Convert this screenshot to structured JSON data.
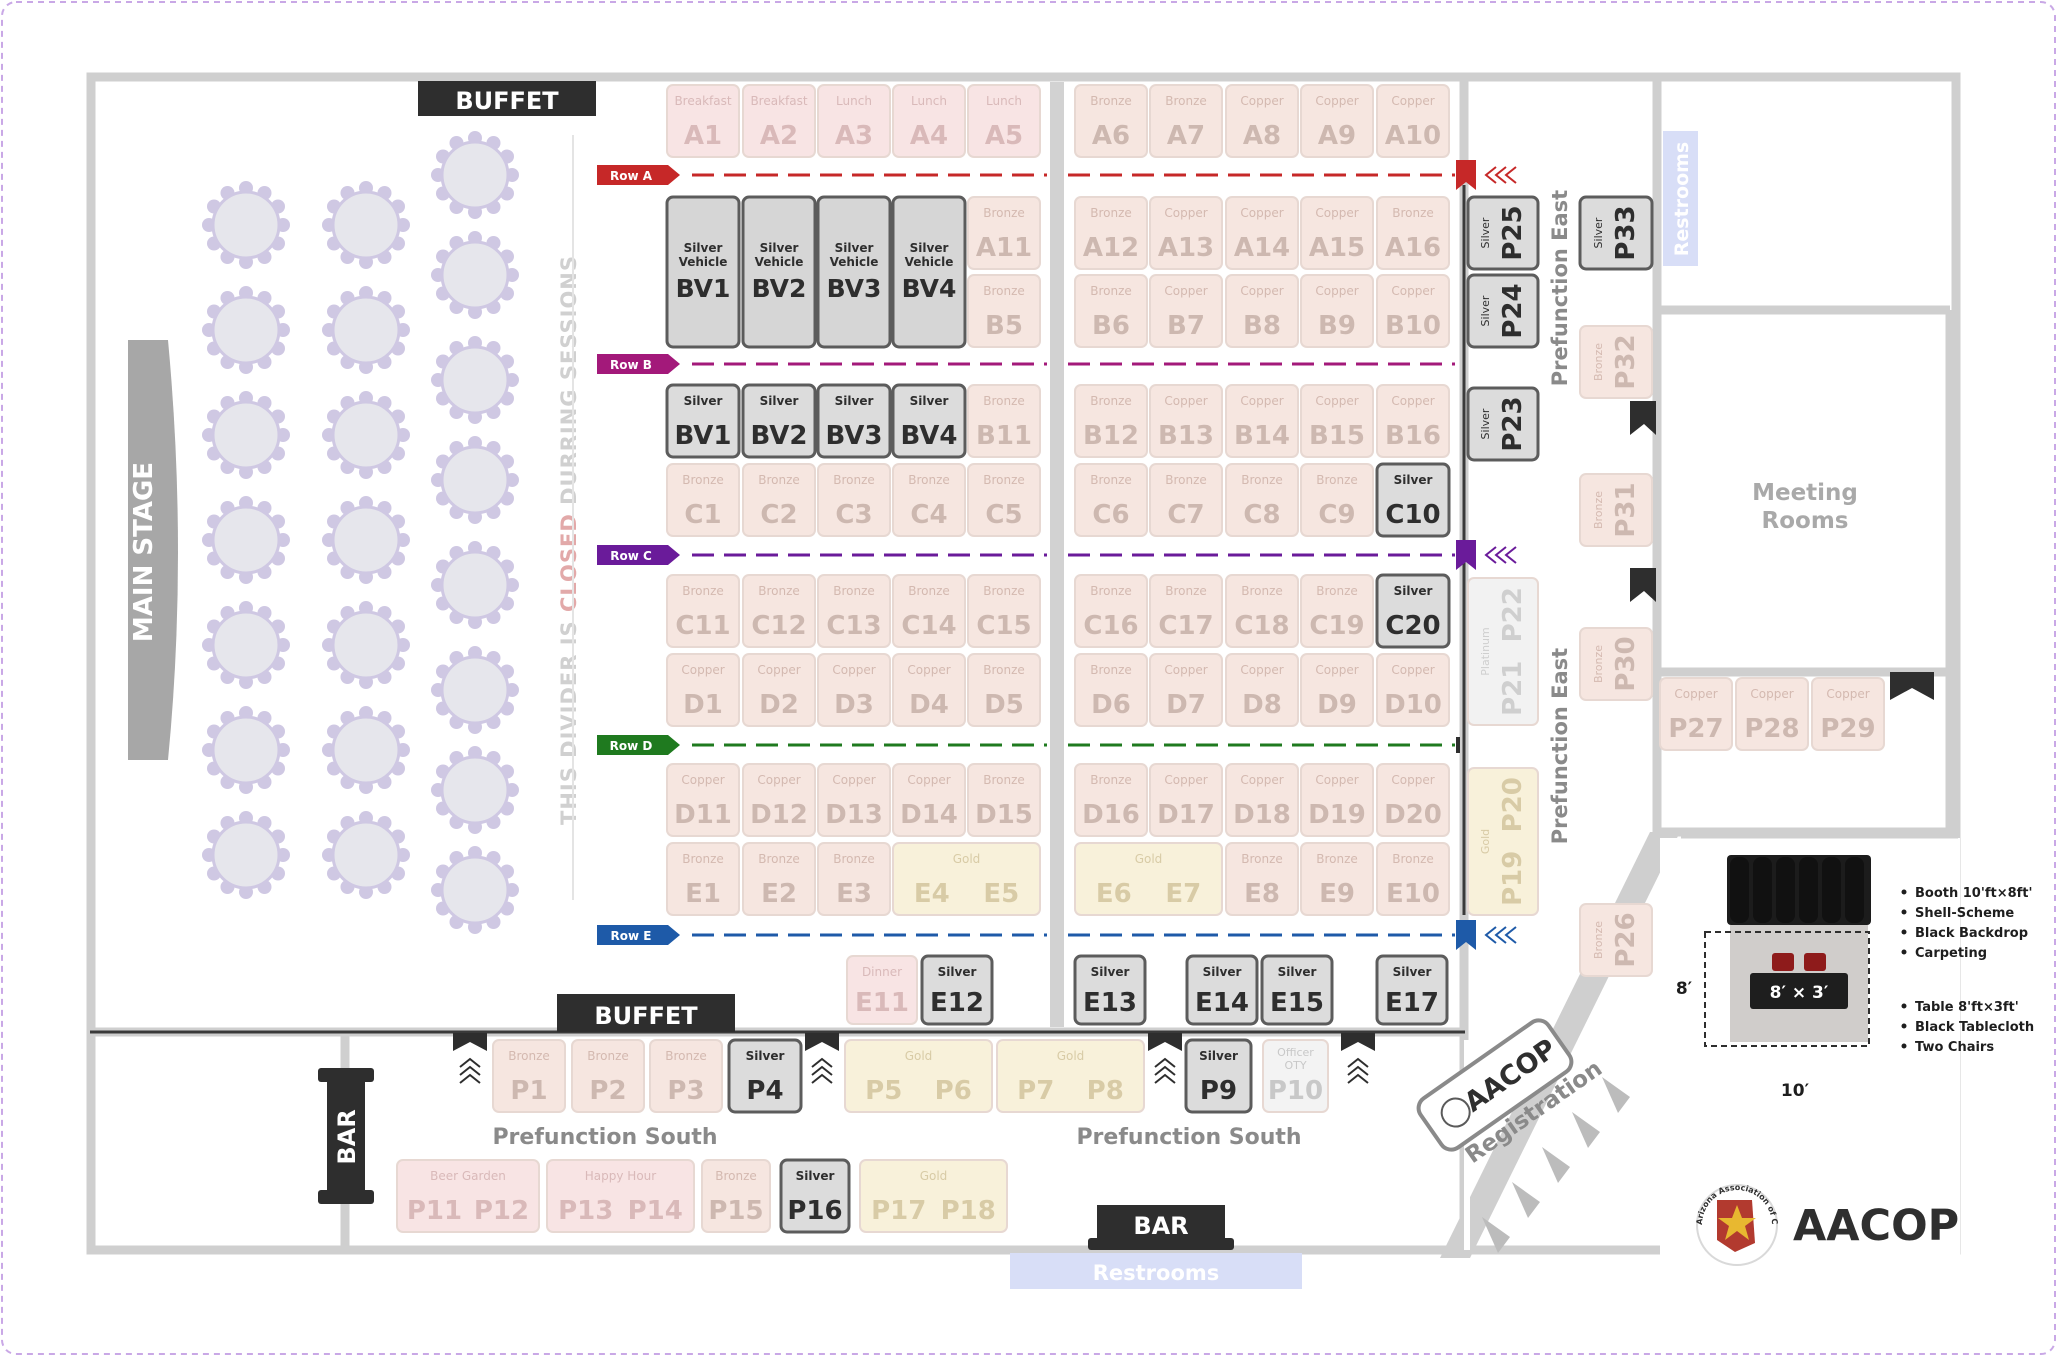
{
  "labels": {
    "buffet_top": "BUFFET",
    "buffet_bottom": "BUFFET",
    "main_stage": "MAIN STAGE",
    "divider_pre": "THIS DIVIDER IS ",
    "divider_closed": "CLOSED",
    "divider_post": " DURRING SESSIONS",
    "bar_left": "BAR",
    "bar_bottom": "BAR",
    "restrooms_right": "Restrooms",
    "restrooms_bottom": "Restrooms",
    "meeting_rooms_1": "Meeting",
    "meeting_rooms_2": "Rooms",
    "prefunction_east_1": "Prefunction East",
    "prefunction_east_2": "Prefunction East",
    "prefunction_south_1": "Prefunction South",
    "prefunction_south_2": "Prefunction South",
    "registration_logo": "AACOP",
    "registration": "Registration",
    "brand": "AACOP",
    "seal_text": "Arizona Association of Chiefs of Police · AACOP ·"
  },
  "rows": [
    "Row A",
    "Row B",
    "Row C",
    "Row D",
    "Row E"
  ],
  "legend": {
    "booth_size": "8′ × 3′",
    "dim_height": "8′",
    "dim_width": "10′",
    "booth_items": [
      "Booth 10'ft×8ft'",
      "Shell-Scheme",
      "Black Backdrop",
      "Carpeting"
    ],
    "table_items": [
      "Table 8'ft×3ft'",
      "Black Tablecloth",
      "Two Chairs"
    ]
  },
  "colors": {
    "wall": "#cfcfcf",
    "bronze": "#f6e6e0",
    "copper": "#f6e6e0",
    "meal": "#f8e4e4",
    "gold": "#f8f1da",
    "silver": "#dcdcdc",
    "silver_vehicle": "#d6d6d6",
    "platinum": "#f2f2f2",
    "restrooms": "#d8def7",
    "dark": "#2f2f2f",
    "row_a": "#c62828",
    "row_b": "#a3197a",
    "row_c": "#6a1b9a",
    "row_d": "#1f7a1f",
    "row_e": "#1e5aa8"
  },
  "booths": [
    {
      "id": "A1",
      "tier": "Breakfast"
    },
    {
      "id": "A2",
      "tier": "Breakfast"
    },
    {
      "id": "A3",
      "tier": "Lunch"
    },
    {
      "id": "A4",
      "tier": "Lunch"
    },
    {
      "id": "A5",
      "tier": "Lunch"
    },
    {
      "id": "A6",
      "tier": "Bronze"
    },
    {
      "id": "A7",
      "tier": "Bronze"
    },
    {
      "id": "A8",
      "tier": "Copper"
    },
    {
      "id": "A9",
      "tier": "Copper"
    },
    {
      "id": "A10",
      "tier": "Copper"
    },
    {
      "id": "BV1",
      "tier": "Silver Vehicle"
    },
    {
      "id": "BV2",
      "tier": "Silver Vehicle"
    },
    {
      "id": "BV3",
      "tier": "Silver Vehicle"
    },
    {
      "id": "BV4",
      "tier": "Silver Vehicle"
    },
    {
      "id": "A11",
      "tier": "Bronze"
    },
    {
      "id": "B5",
      "tier": "Bronze"
    },
    {
      "id": "A12",
      "tier": "Bronze"
    },
    {
      "id": "A13",
      "tier": "Copper"
    },
    {
      "id": "A14",
      "tier": "Copper"
    },
    {
      "id": "A15",
      "tier": "Copper"
    },
    {
      "id": "A16",
      "tier": "Bronze"
    },
    {
      "id": "B6",
      "tier": "Bronze"
    },
    {
      "id": "B7",
      "tier": "Copper"
    },
    {
      "id": "B8",
      "tier": "Copper"
    },
    {
      "id": "B9",
      "tier": "Copper"
    },
    {
      "id": "B10",
      "tier": "Copper"
    },
    {
      "id": "BV1",
      "tier": "Silver"
    },
    {
      "id": "BV2",
      "tier": "Silver"
    },
    {
      "id": "BV3",
      "tier": "Silver"
    },
    {
      "id": "BV4",
      "tier": "Silver"
    },
    {
      "id": "B11",
      "tier": "Bronze"
    },
    {
      "id": "B12",
      "tier": "Bronze"
    },
    {
      "id": "B13",
      "tier": "Copper"
    },
    {
      "id": "B14",
      "tier": "Copper"
    },
    {
      "id": "B15",
      "tier": "Copper"
    },
    {
      "id": "B16",
      "tier": "Copper"
    },
    {
      "id": "C1",
      "tier": "Bronze"
    },
    {
      "id": "C2",
      "tier": "Bronze"
    },
    {
      "id": "C3",
      "tier": "Bronze"
    },
    {
      "id": "C4",
      "tier": "Bronze"
    },
    {
      "id": "C5",
      "tier": "Bronze"
    },
    {
      "id": "C6",
      "tier": "Bronze"
    },
    {
      "id": "C7",
      "tier": "Bronze"
    },
    {
      "id": "C8",
      "tier": "Bronze"
    },
    {
      "id": "C9",
      "tier": "Bronze"
    },
    {
      "id": "C10",
      "tier": "Silver"
    },
    {
      "id": "C11",
      "tier": "Bronze"
    },
    {
      "id": "C12",
      "tier": "Bronze"
    },
    {
      "id": "C13",
      "tier": "Bronze"
    },
    {
      "id": "C14",
      "tier": "Bronze"
    },
    {
      "id": "C15",
      "tier": "Bronze"
    },
    {
      "id": "C16",
      "tier": "Bronze"
    },
    {
      "id": "C17",
      "tier": "Bronze"
    },
    {
      "id": "C18",
      "tier": "Bronze"
    },
    {
      "id": "C19",
      "tier": "Bronze"
    },
    {
      "id": "C20",
      "tier": "Silver"
    },
    {
      "id": "D1",
      "tier": "Copper"
    },
    {
      "id": "D2",
      "tier": "Copper"
    },
    {
      "id": "D3",
      "tier": "Copper"
    },
    {
      "id": "D4",
      "tier": "Copper"
    },
    {
      "id": "D5",
      "tier": "Bronze"
    },
    {
      "id": "D6",
      "tier": "Bronze"
    },
    {
      "id": "D7",
      "tier": "Copper"
    },
    {
      "id": "D8",
      "tier": "Copper"
    },
    {
      "id": "D9",
      "tier": "Copper"
    },
    {
      "id": "D10",
      "tier": "Copper"
    },
    {
      "id": "D11",
      "tier": "Copper"
    },
    {
      "id": "D12",
      "tier": "Copper"
    },
    {
      "id": "D13",
      "tier": "Copper"
    },
    {
      "id": "D14",
      "tier": "Copper"
    },
    {
      "id": "D15",
      "tier": "Bronze"
    },
    {
      "id": "D16",
      "tier": "Bronze"
    },
    {
      "id": "D17",
      "tier": "Copper"
    },
    {
      "id": "D18",
      "tier": "Copper"
    },
    {
      "id": "D19",
      "tier": "Copper"
    },
    {
      "id": "D20",
      "tier": "Copper"
    },
    {
      "id": "E1",
      "tier": "Bronze"
    },
    {
      "id": "E2",
      "tier": "Bronze"
    },
    {
      "id": "E3",
      "tier": "Bronze"
    },
    {
      "id": "E4 E5",
      "tier": "Gold"
    },
    {
      "id": "E6 E7",
      "tier": "Gold"
    },
    {
      "id": "E8",
      "tier": "Bronze"
    },
    {
      "id": "E9",
      "tier": "Bronze"
    },
    {
      "id": "E10",
      "tier": "Bronze"
    },
    {
      "id": "E11",
      "tier": "Dinner"
    },
    {
      "id": "E12",
      "tier": "Silver"
    },
    {
      "id": "E13",
      "tier": "Silver"
    },
    {
      "id": "E14",
      "tier": "Silver"
    },
    {
      "id": "E15",
      "tier": "Silver"
    },
    {
      "id": "E17",
      "tier": "Silver"
    },
    {
      "id": "P1",
      "tier": "Bronze"
    },
    {
      "id": "P2",
      "tier": "Bronze"
    },
    {
      "id": "P3",
      "tier": "Bronze"
    },
    {
      "id": "P4",
      "tier": "Silver"
    },
    {
      "id": "P5 P6",
      "tier": "Gold"
    },
    {
      "id": "P7 P8",
      "tier": "Gold"
    },
    {
      "id": "P9",
      "tier": "Silver"
    },
    {
      "id": "P10",
      "tier": "Officer OTY"
    },
    {
      "id": "P11 P12",
      "tier": "Beer Garden"
    },
    {
      "id": "P13 P14",
      "tier": "Happy Hour"
    },
    {
      "id": "P15",
      "tier": "Bronze"
    },
    {
      "id": "P16",
      "tier": "Silver"
    },
    {
      "id": "P17 P18",
      "tier": "Gold"
    },
    {
      "id": "P25",
      "tier": "Silver"
    },
    {
      "id": "P24",
      "tier": "Silver"
    },
    {
      "id": "P23",
      "tier": "Silver"
    },
    {
      "id": "P21 P22",
      "tier": "Platinum"
    },
    {
      "id": "P19 P20",
      "tier": "Gold"
    },
    {
      "id": "P33",
      "tier": "Silver"
    },
    {
      "id": "P32",
      "tier": "Bronze"
    },
    {
      "id": "P31",
      "tier": "Bronze"
    },
    {
      "id": "P30",
      "tier": "Bronze"
    },
    {
      "id": "P26",
      "tier": "Bronze"
    },
    {
      "id": "P27",
      "tier": "Copper"
    },
    {
      "id": "P28",
      "tier": "Copper"
    },
    {
      "id": "P29",
      "tier": "Copper"
    }
  ]
}
